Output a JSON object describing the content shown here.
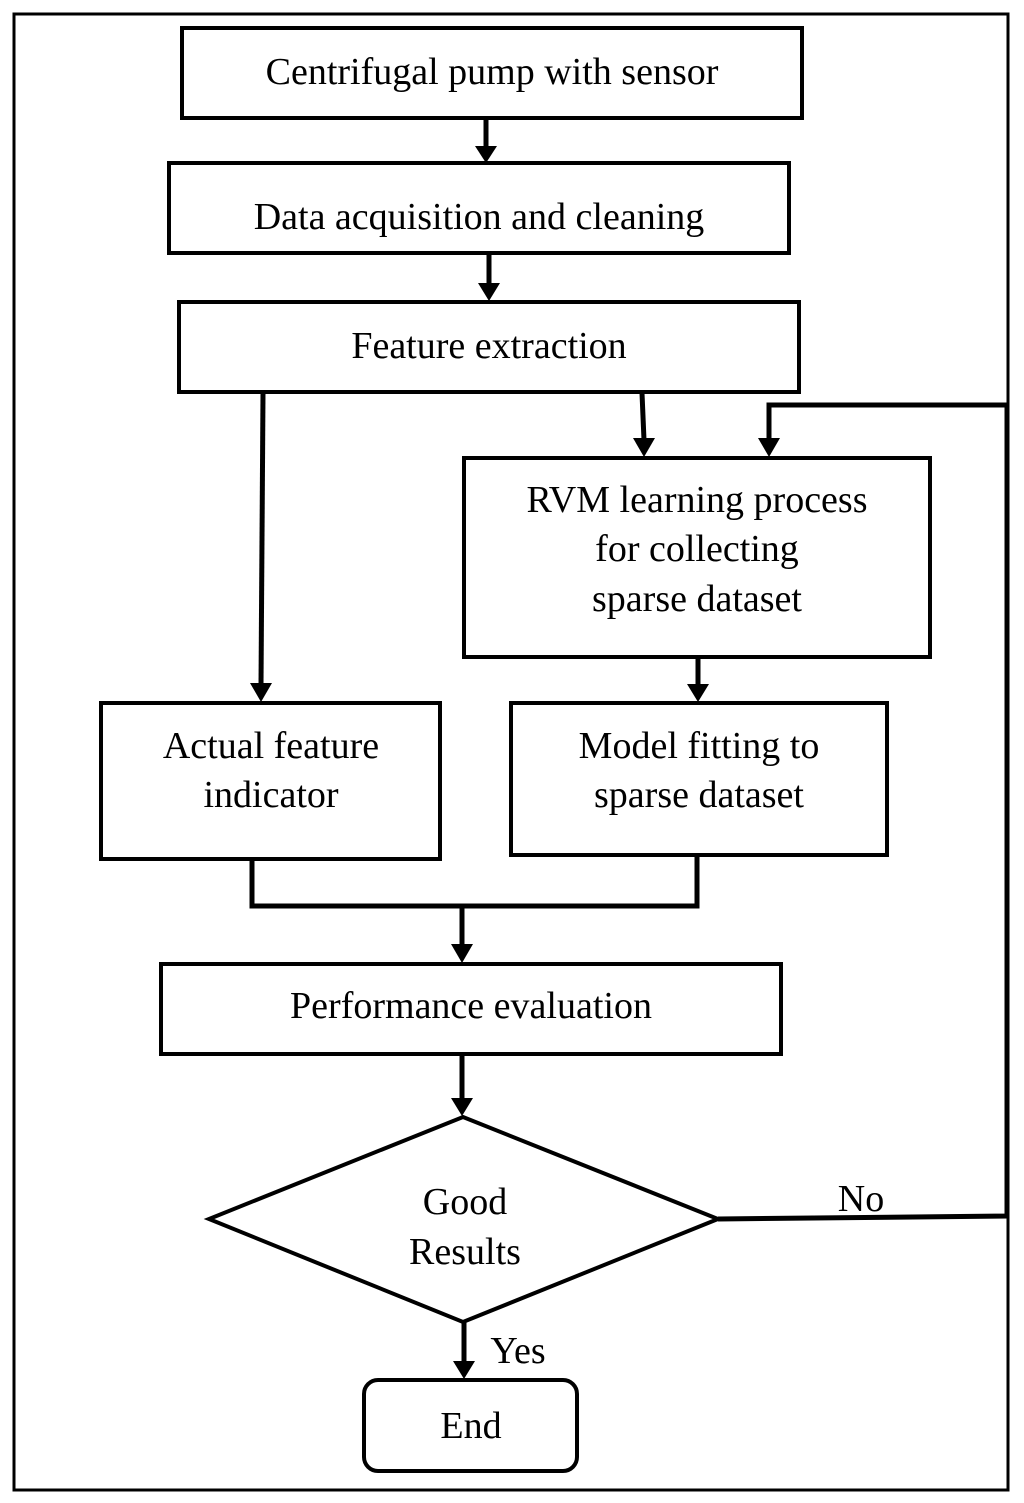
{
  "nodes": {
    "pump": {
      "lines": [
        "Centrifugal pump with sensor"
      ]
    },
    "acquisition": {
      "lines": [
        "Data acquisition and cleaning"
      ]
    },
    "features": {
      "lines": [
        "Feature extraction"
      ]
    },
    "rvm": {
      "lines": [
        "RVM learning process",
        "for collecting",
        "sparse dataset"
      ]
    },
    "actual": {
      "lines": [
        "Actual feature",
        "indicator"
      ]
    },
    "fitting": {
      "lines": [
        "Model fitting to",
        "sparse dataset"
      ]
    },
    "performance": {
      "lines": [
        "Performance evaluation"
      ]
    },
    "decision": {
      "lines": [
        "Good",
        "Results"
      ]
    },
    "end": {
      "lines": [
        "End"
      ]
    }
  },
  "edge_labels": {
    "no": "No",
    "yes": "Yes"
  }
}
